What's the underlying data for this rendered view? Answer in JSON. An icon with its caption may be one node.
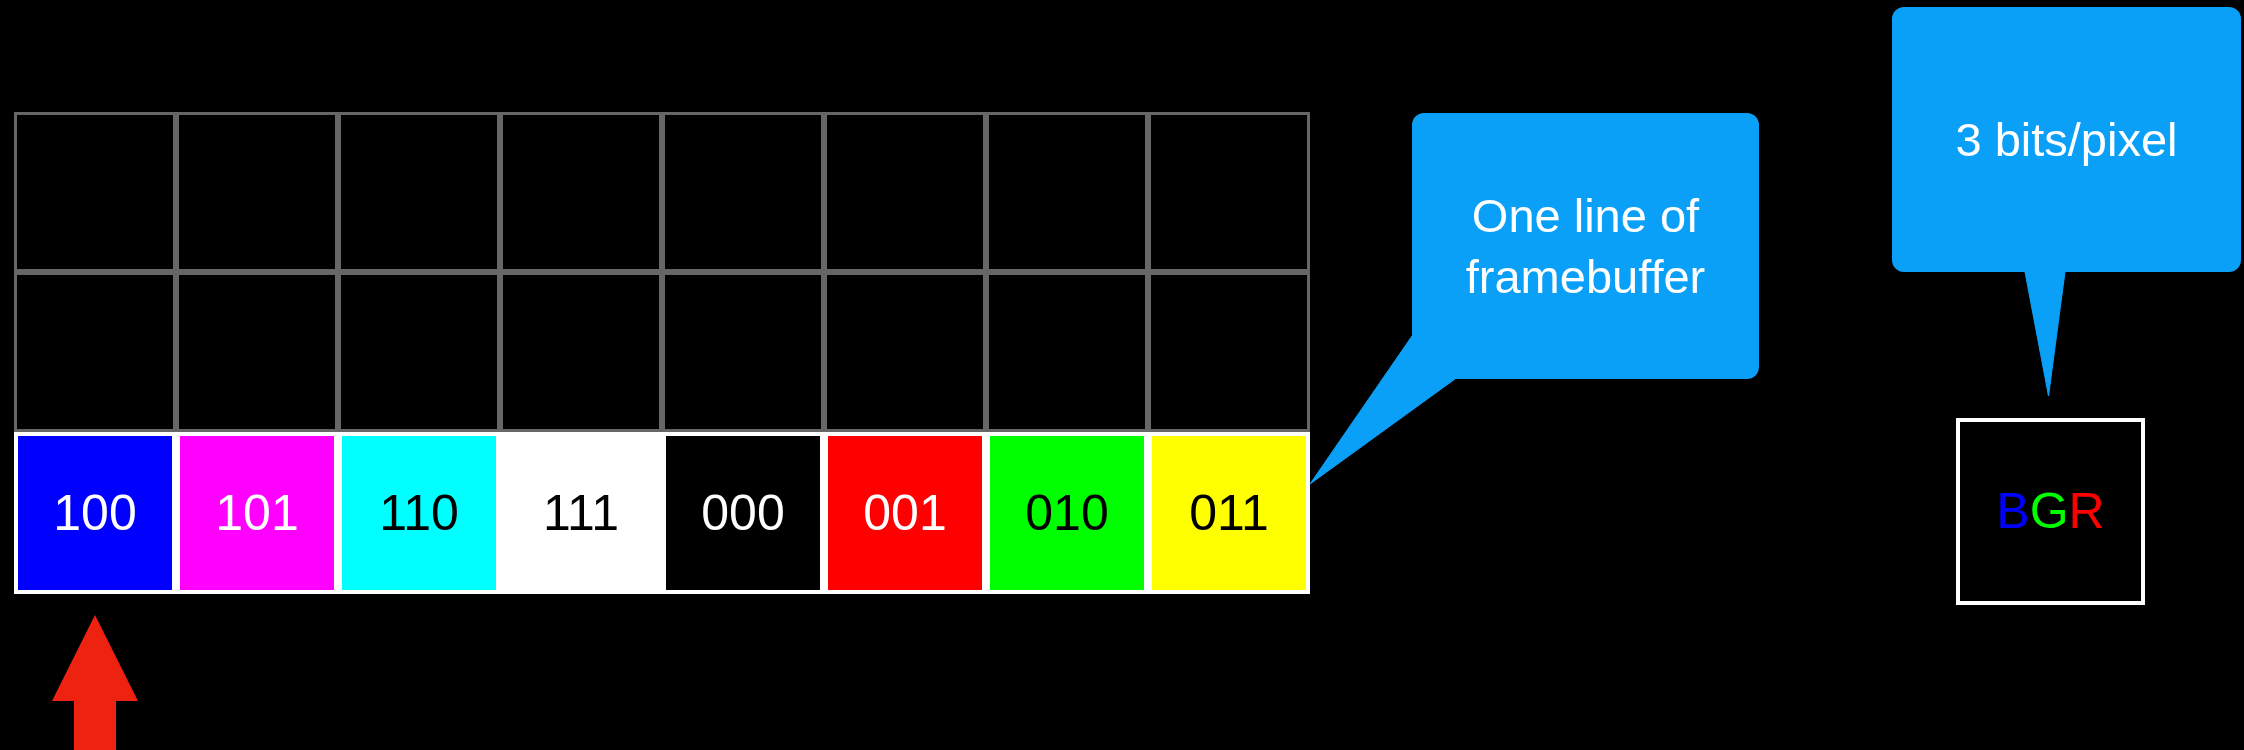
{
  "diagram": {
    "nodes": [
      {
        "text": [
          "3 bits/pixel"
        ]
      },
      {
        "text": [],
        "shape": "box"
      },
      {
        "text": [],
        "shape": "box"
      },
      {
        "text": [],
        "shape": "box"
      },
      {
        "text": [],
        "shape": "box"
      },
      {
        "text": [],
        "shape": "box"
      },
      {
        "text": [],
        "shape": "box"
      },
      {
        "text": [],
        "shape": "box"
      },
      {
        "text": [],
        "shape": "box"
      },
      {
        "text": [],
        "shape": "box"
      },
      {
        "text": [],
        "shape": "box"
      },
      {
        "text": [],
        "shape": "box"
      },
      {
        "text": [],
        "shape": "box"
      },
      {
        "text": [],
        "shape": "box"
      },
      {
        "text": [],
        "shape": "box"
      },
      {
        "text": [],
        "shape": "box"
      },
      {
        "text": [],
        "shape": "box"
      },
      {
        "text": [
          "One line of framebuffer"
        ]
      },
      {
        "text": [
          "100"
        ]
      },
      {
        "text": [
          "101"
        ]
      },
      {
        "text": [
          "110"
        ]
      },
      {
        "text": [
          "111"
        ]
      },
      {
        "text": [
          "000"
        ]
      },
      {
        "text": [
          "001"
        ]
      },
      {
        "text": [
          "010"
        ]
      },
      {
        "text": [
          "011"
        ]
      },
      {
        "text": [
          "BGR"
        ]
      }
    ],
    "edges": [
      {
        "from": 17,
        "to": 25,
        "arrow": "none",
        "color": "#0aa0f8"
      },
      {
        "from": 0,
        "to": 26,
        "arrow": "none",
        "color": "#0aa0f8"
      },
      {
        "from": null,
        "to": 18,
        "arrow": "to",
        "color": "#ee2211"
      }
    ]
  }
}
